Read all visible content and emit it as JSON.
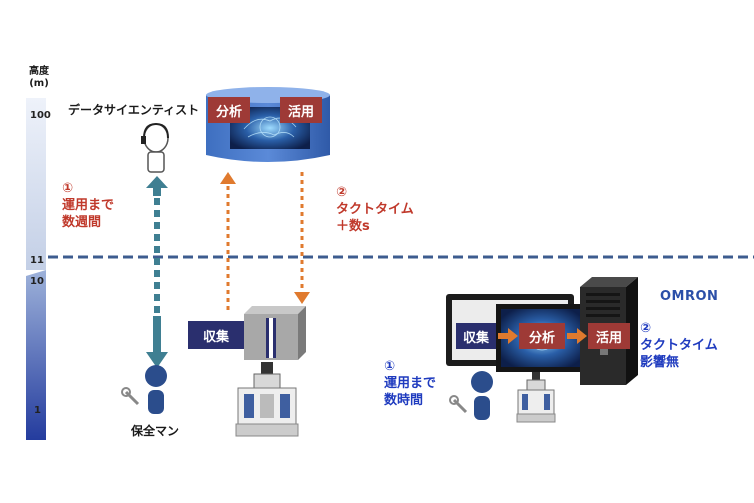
{
  "axis": {
    "title_line1": "高度",
    "title_line2": "(m)",
    "ticks": [
      "100",
      "11",
      "10",
      "1"
    ]
  },
  "cloud": {
    "role_label": "データサイエンティスト",
    "analysis_label": "分析",
    "use_label": "活用",
    "note1_num": "①",
    "note1_line1": "運用まで",
    "note1_line2": "数週間",
    "note2_num": "②",
    "note2_line1": "タクトタイム",
    "note2_line2": "＋数s",
    "collect_label": "収集",
    "maintenance_label": "保全マン"
  },
  "edge": {
    "brand": "OMRON",
    "collect_label": "収集",
    "analysis_label": "分析",
    "use_label": "活用",
    "note1_num": "①",
    "note1_line1": "運用まで",
    "note1_line2": "数時間",
    "note2_num": "②",
    "note2_line1": "タクトタイム",
    "note2_line2": "影響無"
  },
  "colors": {
    "navy": "#2a2f6e",
    "maroon": "#9e3a36",
    "orange_arrow": "#e07a2e",
    "teal_arrow": "#3f7f92",
    "divider": "#3d5c8f",
    "red_text": "#c0392b",
    "blue_text": "#1f3bbf"
  }
}
